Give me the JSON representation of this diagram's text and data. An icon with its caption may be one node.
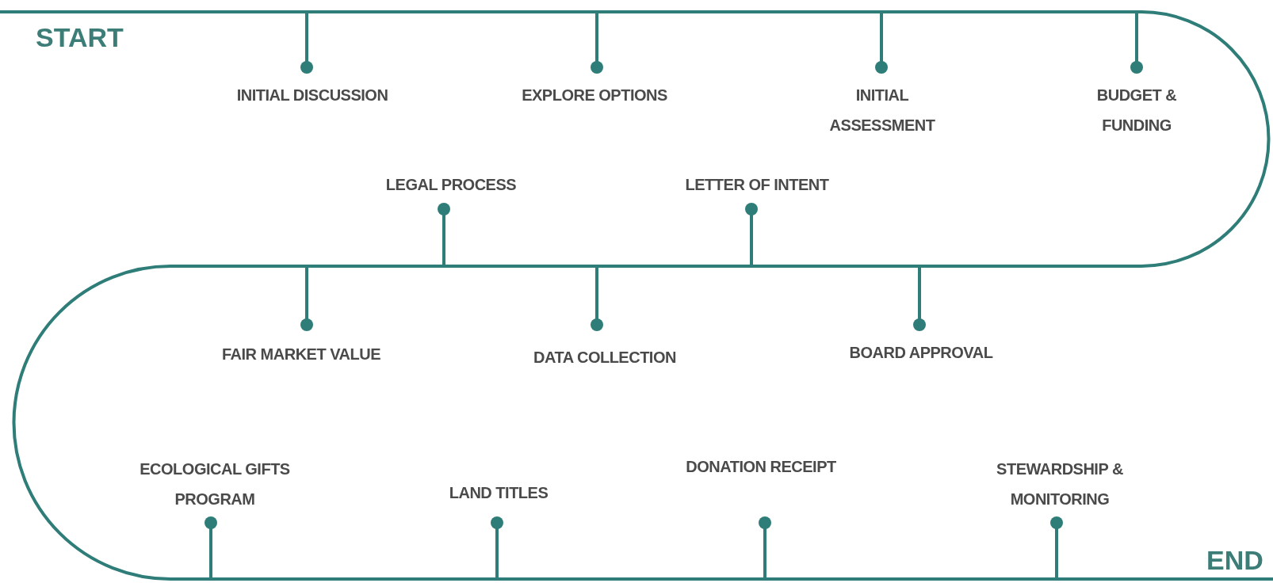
{
  "diagram": {
    "labels": [
      "START",
      "INITIAL DISCUSSION",
      "EXPLORE OPTIONS",
      "INITIAL ASSESSMENT",
      "BUDGET & FUNDING",
      "LEGAL PROCESS",
      "LETTER OF INTENT",
      "FAIR MARKET VALUE",
      "DATA COLLECTION",
      "BOARD APPROVAL",
      "ECOLOGICAL GIFTS PROGRAM",
      "LAND TITLES",
      "DONATION RECEIPT",
      "STEWARDSHIP & MONITORING",
      "END"
    ]
  }
}
